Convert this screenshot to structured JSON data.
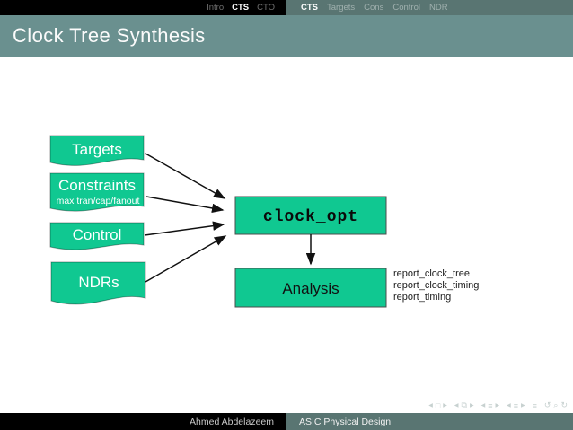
{
  "colors": {
    "accent-green": "#10C891",
    "bar-teal": "#597572",
    "title-teal": "#6A908F",
    "arrow-black": "#111111"
  },
  "top_nav": {
    "sections": [
      {
        "label": "Intro",
        "active": false
      },
      {
        "label": "CTS",
        "active": true
      },
      {
        "label": "CTO",
        "active": false
      }
    ],
    "subsections": [
      {
        "label": "CTS",
        "active": true
      },
      {
        "label": "Targets",
        "active": false
      },
      {
        "label": "Cons",
        "active": false
      },
      {
        "label": "Control",
        "active": false
      },
      {
        "label": "NDR",
        "active": false
      }
    ]
  },
  "title": "Clock Tree Synthesis",
  "diagram": {
    "flags": [
      {
        "label": "Targets"
      },
      {
        "label": "Constraints",
        "sublabel": "max tran/cap/fanout"
      },
      {
        "label": "Control"
      },
      {
        "label": "NDRs"
      }
    ],
    "boxes": {
      "clock_opt": "clock_opt",
      "analysis": "Analysis"
    },
    "reports": [
      "report_clock_tree",
      "report_clock_timing",
      "report_timing"
    ]
  },
  "nav_symbols": [
    {
      "name": "prev-slide",
      "glyph": "◀"
    },
    {
      "name": "slide",
      "glyph": "□"
    },
    {
      "name": "next-slide",
      "glyph": "▶"
    },
    {
      "name": "prev-frame",
      "glyph": "◀"
    },
    {
      "name": "frame",
      "glyph": "⧉"
    },
    {
      "name": "next-frame",
      "glyph": "▶"
    },
    {
      "name": "prev-subsection",
      "glyph": "◀"
    },
    {
      "name": "subsection",
      "glyph": "≡"
    },
    {
      "name": "next-subsection",
      "glyph": "▶"
    },
    {
      "name": "prev-section",
      "glyph": "◀"
    },
    {
      "name": "section",
      "glyph": "≡"
    },
    {
      "name": "next-section",
      "glyph": "▶"
    },
    {
      "name": "presentation-end",
      "glyph": "≡"
    },
    {
      "name": "back",
      "glyph": "↺"
    },
    {
      "name": "find",
      "glyph": "⌕"
    },
    {
      "name": "forward",
      "glyph": "↻"
    }
  ],
  "footer": {
    "author": "Ahmed Abdelazeem",
    "course": "ASIC Physical Design"
  }
}
